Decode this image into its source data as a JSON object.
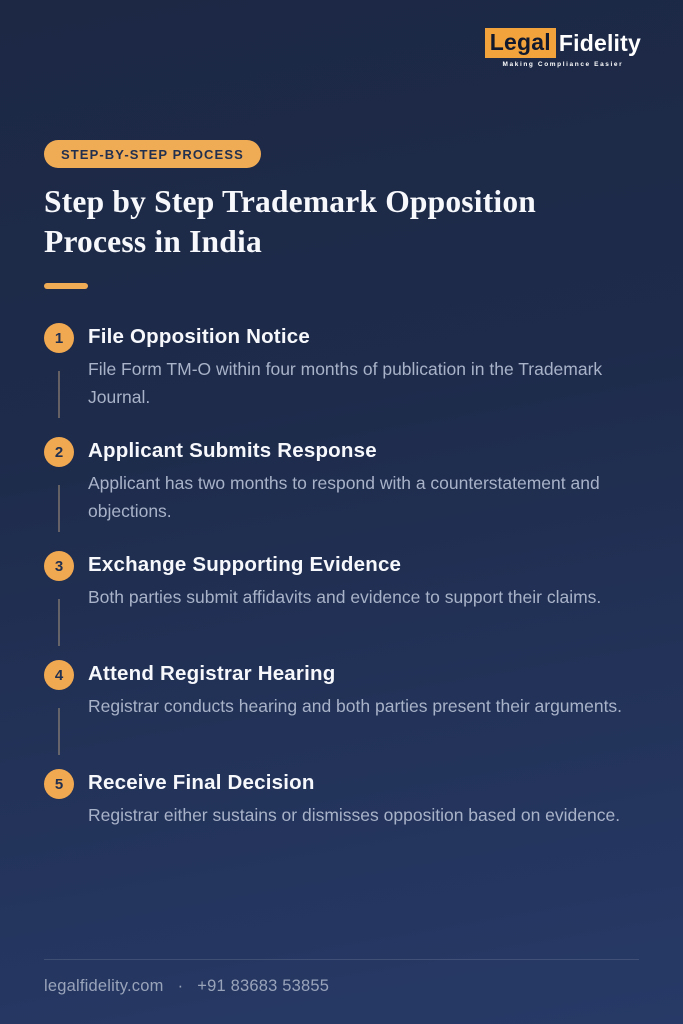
{
  "brand": {
    "logo_primary": "Legal",
    "logo_secondary": "Fidelity",
    "tagline": "Making Compliance Easier"
  },
  "header": {
    "badge": "STEP-BY-STEP PROCESS",
    "title": "Step by Step Trademark Opposition Process in India"
  },
  "steps": [
    {
      "number": "1",
      "title": "File Opposition Notice",
      "description": "File Form TM-O within four months of publication in the Trademark Journal."
    },
    {
      "number": "2",
      "title": "Applicant Submits Response",
      "description": "Applicant has two months to respond with a counterstatement and objections."
    },
    {
      "number": "3",
      "title": "Exchange Supporting Evidence",
      "description": "Both parties submit affidavits and evidence to support their claims."
    },
    {
      "number": "4",
      "title": "Attend Registrar Hearing",
      "description": "Registrar conducts hearing and both parties present their arguments."
    },
    {
      "number": "5",
      "title": "Receive Final Decision",
      "description": "Registrar either sustains or dismisses opposition based on evidence."
    }
  ],
  "footer": {
    "website": "legalfidelity.com",
    "separator": "·",
    "phone": "+91 83683 53855"
  },
  "colors": {
    "background_top": "#1c2844",
    "background_bottom": "#273a67",
    "accent_orange": "#f0ab55",
    "logo_box_orange": "#f2a33c",
    "badge_text_navy": "#22304f",
    "step_title_white": "#f6f8fc",
    "step_description_gray": "#a8b2c8",
    "footer_text_gray": "#99a3ba"
  }
}
